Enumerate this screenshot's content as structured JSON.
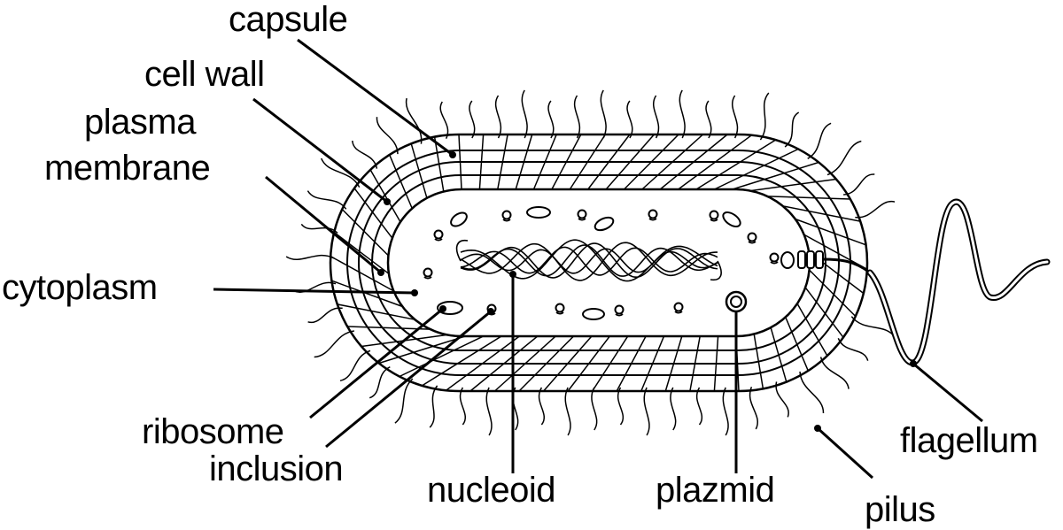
{
  "labels": {
    "capsule": "capsule",
    "cell_wall": "cell wall",
    "plasma": "plasma",
    "membrane": "membrane",
    "cytoplasm": "cytoplasm",
    "ribosome": "ribosome",
    "inclusion": "inclusion",
    "nucleoid": "nucleoid",
    "plazmid": "plazmid",
    "flagellum": "flagellum",
    "pilus": "pilus"
  },
  "colors": {
    "ink": "#000000",
    "paper": "#ffffff"
  }
}
